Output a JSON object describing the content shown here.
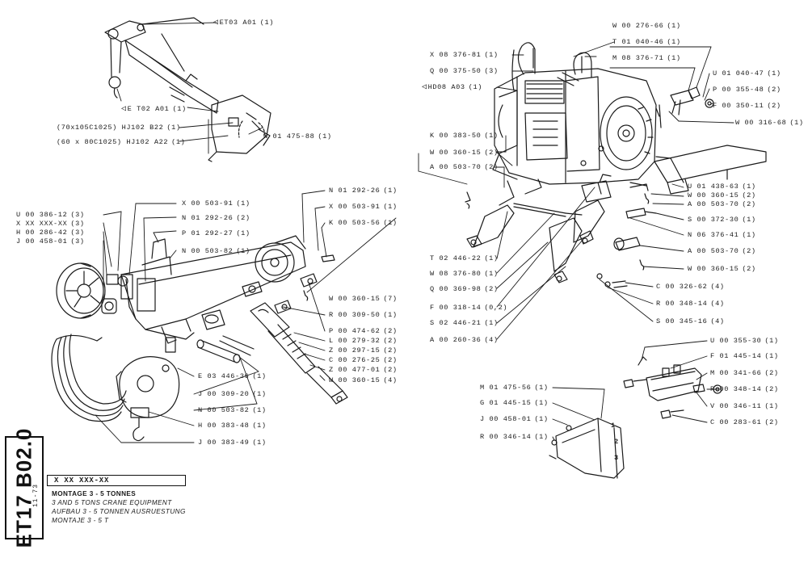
{
  "sheet": {
    "code": "ET17 B02.0",
    "date": "11-73",
    "part_code": "X XX XXX-XX",
    "titles": [
      "MONTAGE 3 - 5 TONNES",
      "3 AND 5 TONS CRANE EQUIPMENT",
      "AUFBAU 3 - 5 TONNEN AUSRUESTUNG",
      "MONTAJE 3 - 5 T"
    ]
  },
  "crane_labels": [
    {
      "text": "ET03  A01",
      "qty": "(1)"
    },
    {
      "text": "E T02  A01",
      "qty": "(1)"
    },
    {
      "text": "(70x105C1025)  HJ102  B22",
      "qty": "(1)"
    },
    {
      "text": "(60 x 80C1025)  HJ102  A22",
      "qty": "(1)"
    },
    {
      "text": "W 01  475-88",
      "qty": "(1)"
    }
  ],
  "left_labels": [
    {
      "text": "U 00  386-12",
      "qty": "(3)"
    },
    {
      "text": "X  XX  XXX-XX",
      "qty": "(3)"
    },
    {
      "text": "H 00  286-42",
      "qty": "(3)"
    },
    {
      "text": "J 00  458-01",
      "qty": "(3)"
    },
    {
      "text": "X 00  503-91",
      "qty": "(1)"
    },
    {
      "text": "N 01  292-26",
      "qty": "(2)"
    },
    {
      "text": "P 01  292-27",
      "qty": "(1)"
    },
    {
      "text": "N 00  503-82",
      "qty": "(1)"
    },
    {
      "text": "N 01  292-26",
      "qty": "(1)"
    },
    {
      "text": "X 00  503-91",
      "qty": "(1)"
    },
    {
      "text": "K 00  503-56",
      "qty": "(1)"
    },
    {
      "text": "W 00  360-15",
      "qty": "(7)"
    },
    {
      "text": "R 00  309-50",
      "qty": "(1)"
    },
    {
      "text": "P 00  474-62",
      "qty": "(2)"
    },
    {
      "text": "L 00  279-32",
      "qty": "(2)"
    },
    {
      "text": "Z 00  297-15",
      "qty": "(2)"
    },
    {
      "text": "C 00  276-25",
      "qty": "(2)"
    },
    {
      "text": "Z 00  477-01",
      "qty": "(2)"
    },
    {
      "text": "W 00  360-15",
      "qty": "(4)"
    },
    {
      "text": "E 03  446-36",
      "qty": "(1)"
    },
    {
      "text": "J 00  309-20",
      "qty": "(1)"
    },
    {
      "text": "N 00  503-82",
      "qty": "(1)"
    },
    {
      "text": "H 00  383-48",
      "qty": "(1)"
    },
    {
      "text": "J 00  383-49",
      "qty": "(1)"
    }
  ],
  "engine_labels": [
    {
      "text": "X 08  376-81",
      "qty": "(1)"
    },
    {
      "text": "Q 00  375-50",
      "qty": "(3)"
    },
    {
      "text": "HD08  A03",
      "qty": "(1)"
    },
    {
      "text": "K 00  383-50",
      "qty": "(1)"
    },
    {
      "text": "W 00  360-15",
      "qty": "(2)"
    },
    {
      "text": "A 00  503-70",
      "qty": "(2)"
    },
    {
      "text": "T 02  446-22",
      "qty": "(1)"
    },
    {
      "text": "W 08  376-80",
      "qty": "(1)"
    },
    {
      "text": "Q 00  369-98",
      "qty": "(2)"
    },
    {
      "text": "F 00  318-14",
      "qty": "(0,2)"
    },
    {
      "text": "S 02  446-21",
      "qty": "(1)"
    },
    {
      "text": "A 00  260-36",
      "qty": "(4)"
    },
    {
      "text": "W 00  276-66",
      "qty": "(1)"
    },
    {
      "text": "T 01  040-46",
      "qty": "(1)"
    },
    {
      "text": "M 08  376-71",
      "qty": "(1)"
    },
    {
      "text": "U 01  040-47",
      "qty": "(1)"
    },
    {
      "text": "P 00  355-48",
      "qty": "(2)"
    },
    {
      "text": "F 00  350-11",
      "qty": "(2)"
    },
    {
      "text": "W 00  316-68",
      "qty": "(1)"
    },
    {
      "text": "U 01  438-63",
      "qty": "(1)"
    },
    {
      "text": "W 00  360-15",
      "qty": "(2)"
    },
    {
      "text": "A 00  503-70",
      "qty": "(2)"
    },
    {
      "text": "S 00  372-30",
      "qty": "(1)"
    },
    {
      "text": "N 06  376-41",
      "qty": "(1)"
    },
    {
      "text": "A 00  503-70",
      "qty": "(2)"
    },
    {
      "text": "W 00  360-15",
      "qty": "(2)"
    },
    {
      "text": "C 00  326-62",
      "qty": "(4)"
    },
    {
      "text": "R 00  348-14",
      "qty": "(4)"
    },
    {
      "text": "S 00  345-16",
      "qty": "(4)"
    }
  ],
  "cover_labels": [
    {
      "text": "U 00  355-30",
      "qty": "(1)"
    },
    {
      "text": "F 01  445-14",
      "qty": "(1)"
    },
    {
      "text": "M 00  341-66",
      "qty": "(2)"
    },
    {
      "text": "R 00  348-14",
      "qty": "(2)"
    },
    {
      "text": "V 00  346-11",
      "qty": "(1)"
    },
    {
      "text": "C 00  283-61",
      "qty": "(2)"
    },
    {
      "text": "M 01  475-56",
      "qty": "(1)"
    },
    {
      "text": "G 01  445-15",
      "qty": "(1)"
    },
    {
      "text": "J 00  458-01",
      "qty": "(1)"
    },
    {
      "text": "R 00  346-14",
      "qty": "(1)"
    }
  ],
  "cover_numbers": [
    "1",
    "2",
    "3"
  ],
  "pointer_glyph": "◁"
}
